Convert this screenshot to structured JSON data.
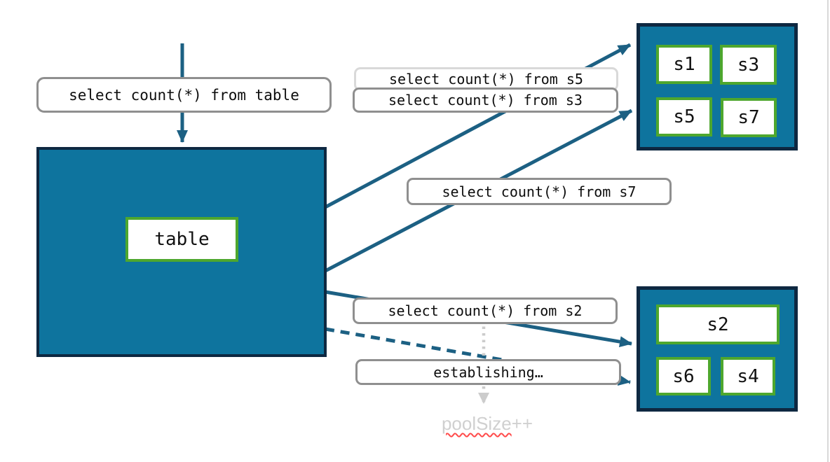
{
  "diagram": {
    "table": {
      "label": "table"
    },
    "queries": {
      "table": "select count(*) from table",
      "s5": "select count(*) from s5",
      "s3": "select count(*) from s3",
      "s7": "select count(*) from s7",
      "s2": "select count(*) from s2"
    },
    "status": {
      "establishing": "establishing…"
    },
    "pool": {
      "word": "poolSize",
      "suffix": "++"
    },
    "shards_top": [
      "s1",
      "s3",
      "s5",
      "s7"
    ],
    "shards_bottom": [
      "s2",
      "s6",
      "s4"
    ],
    "colors": {
      "box_fill": "#0E749E",
      "box_border": "#0E2841",
      "shard_border": "#4EA72E",
      "arrow": "#1C6083",
      "label_border": "#8F8F8F",
      "label_border_light": "#D9D9D9",
      "muted_text": "#D0D0D0",
      "muted_arrow": "#CCCCCC",
      "spellcheck_underline": "#FF4B4B"
    }
  }
}
